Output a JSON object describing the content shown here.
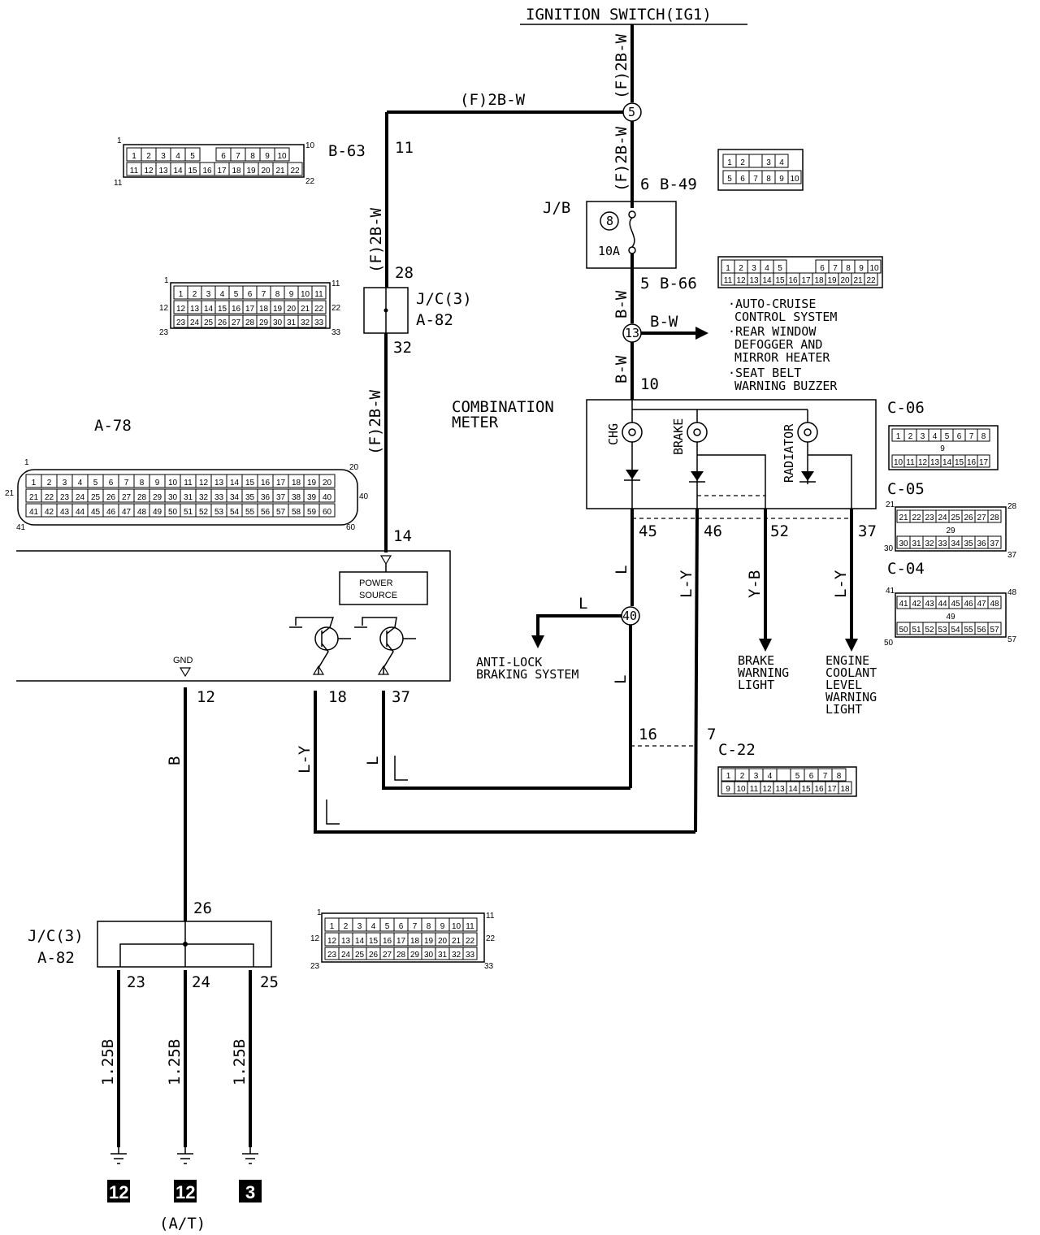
{
  "title": "IGNITION SWITCH(IG1)",
  "wires": {
    "f2bw": "(F)2B-W",
    "bw": "B-W",
    "l": "L",
    "ly": "L-Y",
    "yb": "Y-B",
    "b": "B",
    "g125b": "1.25B"
  },
  "junctions": {
    "j5": "5",
    "j13": "13",
    "j40": "40"
  },
  "connectors": {
    "b63": "B-63",
    "b49": "B-49",
    "b66": "B-66",
    "jc3": "J/C(3)",
    "a82": "A-82",
    "a78": "A-78",
    "c06": "C-06",
    "c05": "C-05",
    "c04": "C-04",
    "c22": "C-22"
  },
  "terminals": {
    "t11": "11",
    "t28": "28",
    "t32": "32",
    "t14": "14",
    "t6": "6",
    "t5": "5",
    "t10": "10",
    "t45": "45",
    "t46": "46",
    "t52": "52",
    "t37": "37",
    "t12": "12",
    "t18": "18",
    "t37b": "37",
    "t16": "16",
    "t7": "7",
    "t26": "26",
    "t23": "23",
    "t24": "24",
    "t25": "25"
  },
  "jb": {
    "label": "J/B",
    "fuse_no": "8",
    "fuse_rating": "10A"
  },
  "meter": {
    "label1": "COMBINATION",
    "label2": "METER",
    "chg": "CHG",
    "brake": "BRAKE",
    "radiator": "RADIATOR"
  },
  "ecu": {
    "power1": "POWER",
    "power2": "SOURCE",
    "gnd": "GND"
  },
  "destinations": {
    "cruise1": "·AUTO-CRUISE",
    "cruise2": "CONTROL SYSTEM",
    "defog1": "·REAR WINDOW",
    "defog2": "DEFOGGER AND",
    "defog3": "MIRROR HEATER",
    "belt1": "·SEAT BELT",
    "belt2": "WARNING BUZZER",
    "abs1": "ANTI-LOCK",
    "abs2": "BRAKING SYSTEM",
    "brake1": "BRAKE",
    "brake2": "WARNING",
    "brake3": "LIGHT",
    "eng1": "ENGINE",
    "eng2": "COOLANT",
    "eng3": "LEVEL",
    "eng4": "WARNING",
    "eng5": "LIGHT"
  },
  "grounds": {
    "g1": "12",
    "g2": "12",
    "g3": "3",
    "note": "(A/T)"
  },
  "connector_pins": {
    "row_1_10": [
      "1",
      "2",
      "3",
      "4",
      "5",
      "6",
      "7",
      "8",
      "9",
      "10"
    ],
    "row_1_5": [
      "1",
      "2",
      "3",
      "4",
      "5"
    ],
    "row_6_10": [
      "6",
      "7",
      "8",
      "9",
      "10"
    ],
    "row_11_22": [
      "11",
      "12",
      "13",
      "14",
      "15",
      "16",
      "17",
      "18",
      "19",
      "20",
      "21",
      "22"
    ],
    "row_1_11": [
      "1",
      "2",
      "3",
      "4",
      "5",
      "6",
      "7",
      "8",
      "9",
      "10",
      "11"
    ],
    "row_12_22": [
      "12",
      "13",
      "14",
      "15",
      "16",
      "17",
      "18",
      "19",
      "20",
      "21",
      "22"
    ],
    "row_23_33": [
      "23",
      "24",
      "25",
      "26",
      "27",
      "28",
      "29",
      "30",
      "31",
      "32",
      "33"
    ],
    "a78_r1": [
      "1",
      "2",
      "3",
      "4",
      "5",
      "6",
      "7",
      "8",
      "9",
      "10",
      "11",
      "12",
      "13",
      "14",
      "15",
      "16",
      "17",
      "18",
      "19",
      "20"
    ],
    "a78_r2": [
      "21",
      "22",
      "23",
      "24",
      "25",
      "26",
      "27",
      "28",
      "29",
      "30",
      "31",
      "32",
      "33",
      "34",
      "35",
      "36",
      "37",
      "38",
      "39",
      "40"
    ],
    "a78_r3": [
      "41",
      "42",
      "43",
      "44",
      "45",
      "46",
      "47",
      "48",
      "49",
      "50",
      "51",
      "52",
      "53",
      "54",
      "55",
      "56",
      "57",
      "58",
      "59",
      "60"
    ],
    "b49_r1": [
      "1",
      "2",
      "",
      "3",
      "4"
    ],
    "b49_r2": [
      "5",
      "6",
      "7",
      "8",
      "9",
      "10"
    ],
    "c06_r1": [
      "1",
      "2",
      "3",
      "4",
      "5",
      "6",
      "7",
      "8"
    ],
    "c06_r2": [
      "10",
      "11",
      "12",
      "13",
      "14",
      "15",
      "16",
      "17"
    ],
    "c06_mid": "9",
    "c05_r1": [
      "21",
      "22",
      "23",
      "24",
      "25",
      "26",
      "27",
      "28"
    ],
    "c05_r2": [
      "30",
      "31",
      "32",
      "33",
      "34",
      "35",
      "36",
      "37"
    ],
    "c05_mid": "29",
    "c04_r1": [
      "41",
      "42",
      "43",
      "44",
      "45",
      "46",
      "47",
      "48"
    ],
    "c04_r2": [
      "50",
      "51",
      "52",
      "53",
      "54",
      "55",
      "56",
      "57"
    ],
    "c04_mid": "49",
    "c22_r1": [
      "1",
      "2",
      "3",
      "4",
      "",
      "5",
      "6",
      "7",
      "8"
    ],
    "c22_r2": [
      "9",
      "10",
      "11",
      "12",
      "13",
      "14",
      "15",
      "16",
      "17",
      "18"
    ]
  }
}
